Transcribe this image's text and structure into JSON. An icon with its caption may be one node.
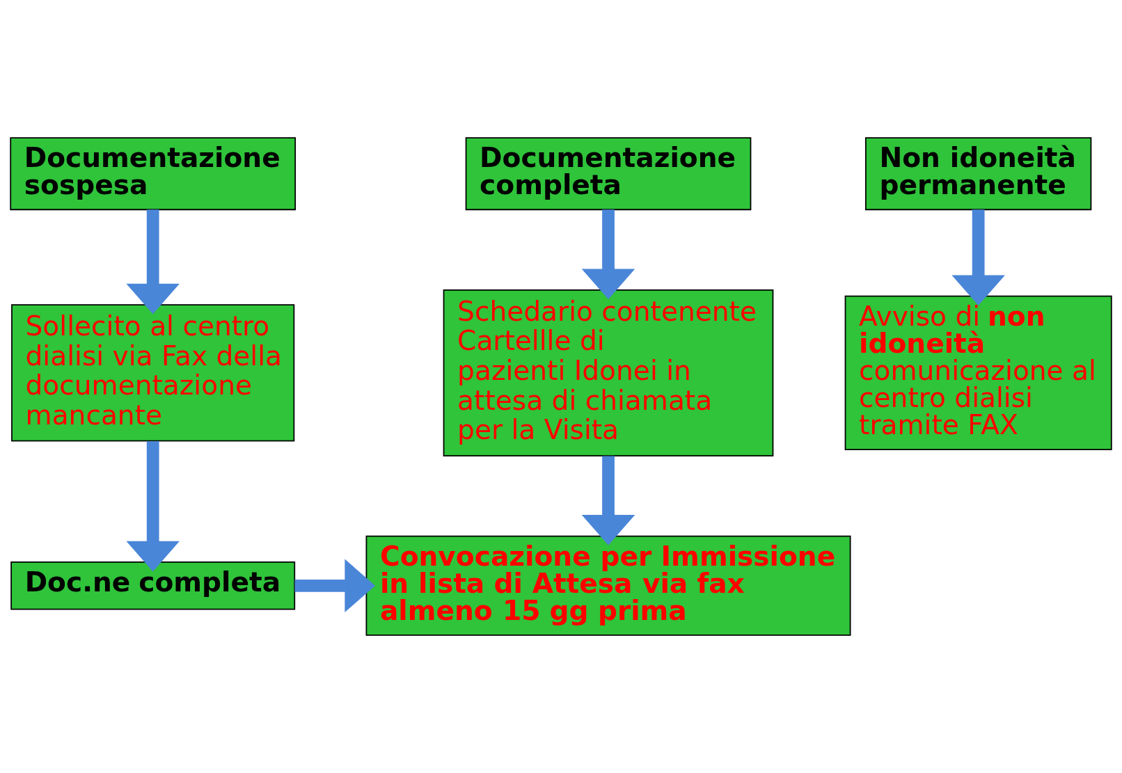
{
  "diagram": {
    "nodes": [
      {
        "text": [
          "Documentazione sospesa"
        ]
      },
      {
        "text": [
          "Documentazione completa"
        ]
      },
      {
        "text": [
          "Non idoneità permanente"
        ]
      },
      {
        "text": [
          "Sollecito al centro dialisi via Fax della documentazione mancante"
        ]
      },
      {
        "text": [
          "Schedario contenente Cartellle di pazienti Idonei in attesa di chiamata per la Visita"
        ]
      },
      {
        "text": [
          "Avviso di **non idoneità** comunicazione al centro dialisi tramite FAX"
        ]
      },
      {
        "text": [
          "Doc.ne completa"
        ]
      },
      {
        "text": [
          "Convocazione per Immissione in lista di Attesa via fax almeno 15 gg prima"
        ]
      }
    ],
    "edges": [
      {
        "from": 0,
        "to": 3,
        "arrow": "to"
      },
      {
        "from": 1,
        "to": 4,
        "arrow": "to"
      },
      {
        "from": 2,
        "to": 5,
        "arrow": "to"
      },
      {
        "from": 3,
        "to": 6,
        "arrow": "to"
      },
      {
        "from": 4,
        "to": 7,
        "arrow": "to"
      },
      {
        "from": 6,
        "to": 7,
        "arrow": "to"
      }
    ]
  }
}
